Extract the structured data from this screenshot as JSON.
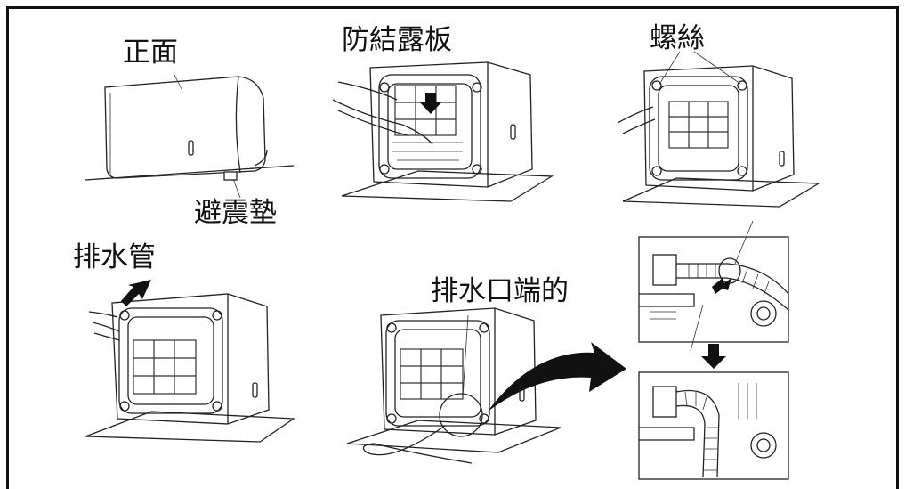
{
  "labels": {
    "front": "正面",
    "anti_vibration_pad": "避震墊",
    "condensation_cover": "防結露板",
    "screw": "螺絲",
    "drain_hose": "排水管",
    "drain_outlet_end": "排水口端的"
  },
  "colors": {
    "line": "#222222",
    "fill": "#111111",
    "background": "#ffffff"
  }
}
